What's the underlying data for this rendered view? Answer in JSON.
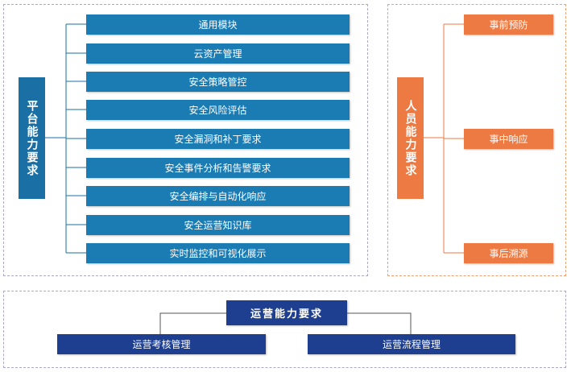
{
  "platform": {
    "title": "平台能力要求",
    "items": [
      {
        "label": "通用模块"
      },
      {
        "label": "云资产管理"
      },
      {
        "label": "安全策略管控"
      },
      {
        "label": "安全风险评估"
      },
      {
        "label": "安全漏洞和补丁要求"
      },
      {
        "label": "安全事件分析和告警要求"
      },
      {
        "label": "安全编排与自动化响应"
      },
      {
        "label": "安全运营知识库"
      },
      {
        "label": "实时监控和可视化展示"
      }
    ]
  },
  "personnel": {
    "title": "人员能力要求",
    "phases": [
      {
        "label": "事前预防"
      },
      {
        "label": "事中响应"
      },
      {
        "label": "事后溯源"
      }
    ]
  },
  "operations": {
    "title": "运营能力要求",
    "items": [
      {
        "label": "运营考核管理"
      },
      {
        "label": "运营流程管理"
      }
    ]
  },
  "colors": {
    "platform_blue": "#1b7bb3",
    "personnel_orange": "#ed7a43",
    "operations_navy": "#1e3f8f"
  }
}
